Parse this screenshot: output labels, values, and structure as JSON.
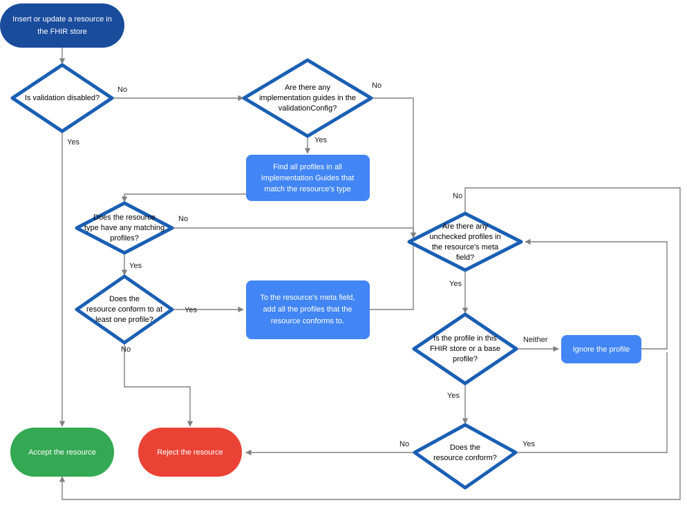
{
  "diagram": {
    "title": "FHIR store resource validation flowchart",
    "type": "flowchart",
    "colors": {
      "start_fill": "#1a4c9c",
      "process_fill": "#4285f4",
      "decision_stroke": "#1a5fb4",
      "decision_fill": "#ffffff",
      "accept_fill": "#34a853",
      "reject_fill": "#ea4335",
      "connector": "#808080",
      "text_light": "#ffffff",
      "text_dark": "#000000",
      "background": "#ffffff"
    },
    "nodes": [
      {
        "id": "start",
        "shape": "rounded-terminal",
        "lines": [
          "Insert or update a resource in",
          "the FHIR store"
        ],
        "fill": "#1a4c9c",
        "text": "#ffffff"
      },
      {
        "id": "validation-disabled",
        "shape": "diamond",
        "lines": [
          "Is validation disabled?"
        ],
        "fill": "#ffffff",
        "text": "#000000"
      },
      {
        "id": "implementation-guides",
        "shape": "diamond",
        "lines": [
          "Are there any",
          "implementation guides in the",
          "validationConfig?"
        ],
        "fill": "#ffffff",
        "text": "#000000"
      },
      {
        "id": "find-profiles",
        "shape": "process",
        "lines": [
          "Find all profiles in all",
          "Implementation Guides that",
          "match the resource's type"
        ],
        "fill": "#4285f4",
        "text": "#ffffff"
      },
      {
        "id": "matching-profiles",
        "shape": "diamond",
        "lines": [
          "Does the resource",
          "type have any matching",
          "profiles?"
        ],
        "fill": "#ffffff",
        "text": "#000000"
      },
      {
        "id": "conform-one-profile",
        "shape": "diamond",
        "lines": [
          "Does the",
          "resource conform to at",
          "least one profile?"
        ],
        "fill": "#ffffff",
        "text": "#000000"
      },
      {
        "id": "add-profiles-meta",
        "shape": "process",
        "lines": [
          "To the resource's meta field,",
          "add all the profiles that the",
          "resource conforms to."
        ],
        "fill": "#4285f4",
        "text": "#ffffff"
      },
      {
        "id": "unchecked-profiles",
        "shape": "diamond",
        "lines": [
          "Are there any",
          "unchecked profiles in",
          "the resource's meta",
          "field?"
        ],
        "fill": "#ffffff",
        "text": "#000000"
      },
      {
        "id": "profile-in-store",
        "shape": "diamond",
        "lines": [
          "Is the profile in this",
          "FHIR store or a base",
          "profile?"
        ],
        "fill": "#ffffff",
        "text": "#000000"
      },
      {
        "id": "ignore-profile",
        "shape": "process",
        "lines": [
          "Ignore the profile"
        ],
        "fill": "#4285f4",
        "text": "#ffffff"
      },
      {
        "id": "resource-conform",
        "shape": "diamond",
        "lines": [
          "Does the",
          "resource conform?"
        ],
        "fill": "#ffffff",
        "text": "#000000"
      },
      {
        "id": "accept",
        "shape": "rounded-terminal",
        "lines": [
          "Accept the resource"
        ],
        "fill": "#34a853",
        "text": "#ffffff"
      },
      {
        "id": "reject",
        "shape": "rounded-terminal",
        "lines": [
          "Reject the resource"
        ],
        "fill": "#ea4335",
        "text": "#ffffff"
      }
    ],
    "edge_labels": [
      {
        "id": "edge-label-no-validation",
        "text": "No"
      },
      {
        "id": "edge-label-yes-validation",
        "text": "Yes"
      },
      {
        "id": "edge-label-no-ig",
        "text": "No"
      },
      {
        "id": "edge-label-yes-ig",
        "text": "Yes"
      },
      {
        "id": "edge-label-no-matching",
        "text": "No"
      },
      {
        "id": "edge-label-yes-matching",
        "text": "Yes"
      },
      {
        "id": "edge-label-yes-conform-one",
        "text": "Yes"
      },
      {
        "id": "edge-label-no-conform-one",
        "text": "No"
      },
      {
        "id": "edge-label-no-unchecked",
        "text": "No"
      },
      {
        "id": "edge-label-yes-unchecked",
        "text": "Yes"
      },
      {
        "id": "edge-label-neither",
        "text": "Neither"
      },
      {
        "id": "edge-label-yes-profile-store",
        "text": "Yes"
      },
      {
        "id": "edge-label-no-conform",
        "text": "No"
      },
      {
        "id": "edge-label-yes-conform",
        "text": "Yes"
      }
    ]
  }
}
